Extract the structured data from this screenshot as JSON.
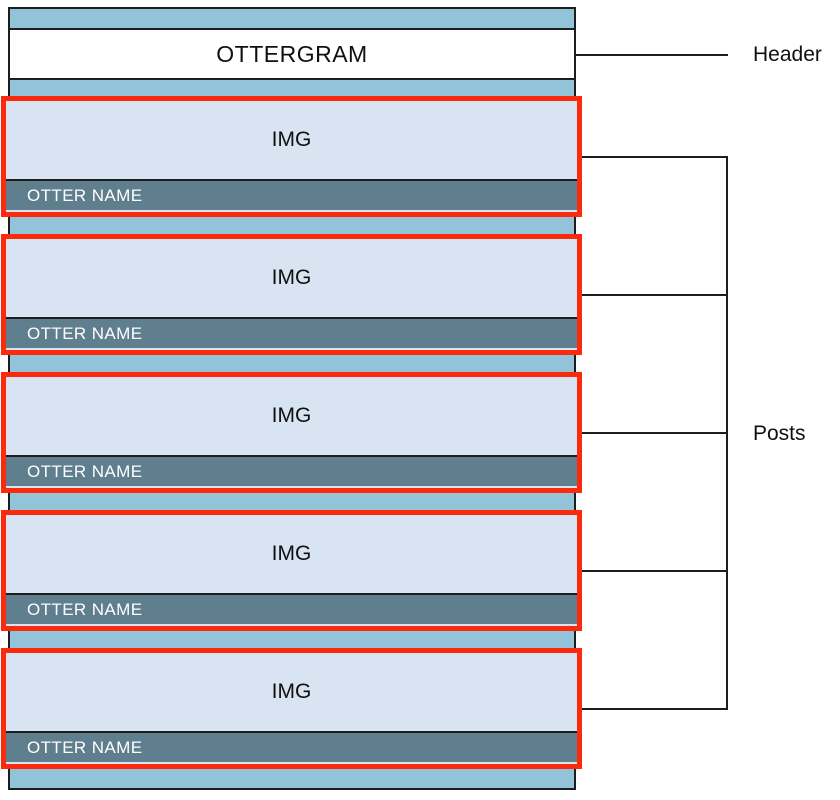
{
  "colors": {
    "phone_bg": "#92c3d9",
    "img_bg": "#d8e4f2",
    "name_bg": "#5f7e8e",
    "post_border": "#fb2a0c",
    "line_color": "#1d1d1d"
  },
  "app": {
    "header_title": "OTTERGRAM",
    "posts": [
      {
        "img_label": "IMG",
        "name_label": "OTTER NAME"
      },
      {
        "img_label": "IMG",
        "name_label": "OTTER NAME"
      },
      {
        "img_label": "IMG",
        "name_label": "OTTER NAME"
      },
      {
        "img_label": "IMG",
        "name_label": "OTTER NAME"
      },
      {
        "img_label": "IMG",
        "name_label": "OTTER NAME"
      }
    ]
  },
  "annotations": {
    "header_label": "Header",
    "posts_label": "Posts"
  }
}
